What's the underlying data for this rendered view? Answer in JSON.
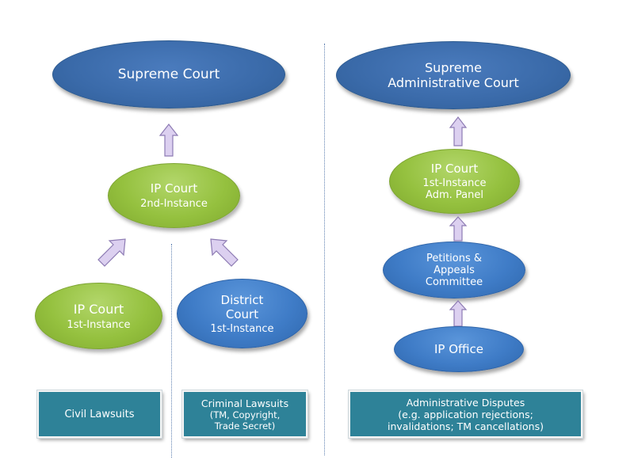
{
  "left_panel": {
    "supreme_court": {
      "lines": [
        "Supreme Court"
      ]
    },
    "ip_court_2nd": {
      "title": "IP Court",
      "subtitle": "2nd-Instance"
    },
    "ip_court_1st": {
      "title": "IP Court",
      "subtitle": "1st-Instance"
    },
    "district_court": {
      "title_lines": [
        "District",
        "Court"
      ],
      "subtitle": "1st-Instance"
    },
    "civil_box": {
      "lines": [
        "Civil Lawsuits"
      ]
    },
    "criminal_box": {
      "lines": [
        "Criminal Lawsuits",
        "(TM, Copyright,",
        "Trade Secret)"
      ]
    }
  },
  "right_panel": {
    "supreme_admin_court": {
      "lines": [
        "Supreme",
        "Administrative Court"
      ]
    },
    "ip_court_adm": {
      "title": "IP Court",
      "lines": [
        "1st-Instance",
        "Adm. Panel"
      ]
    },
    "petitions": {
      "lines": [
        "Petitions &",
        "Appeals",
        "Committee"
      ]
    },
    "ip_office": {
      "lines": [
        "IP Office"
      ]
    },
    "admin_box": {
      "lines": [
        "Administrative Disputes",
        "(e.g. application rejections;",
        "invalidations; TM cancellations)"
      ]
    }
  },
  "colors": {
    "dark_blue": "#3a6aa9",
    "blue": "#3f7cc7",
    "green": "#95c13f",
    "teal_box": "#2e8298",
    "arrow_fill": "#dcd0f0",
    "arrow_stroke": "#8d7bb3"
  }
}
